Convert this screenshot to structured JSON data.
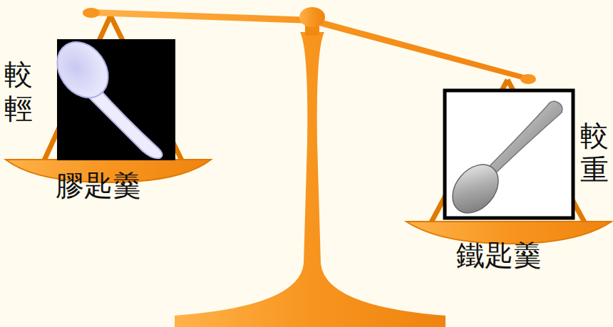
{
  "diagram": {
    "labels": [
      "較輕",
      "膠匙羹",
      "較重",
      "鐵匙羹"
    ]
  }
}
